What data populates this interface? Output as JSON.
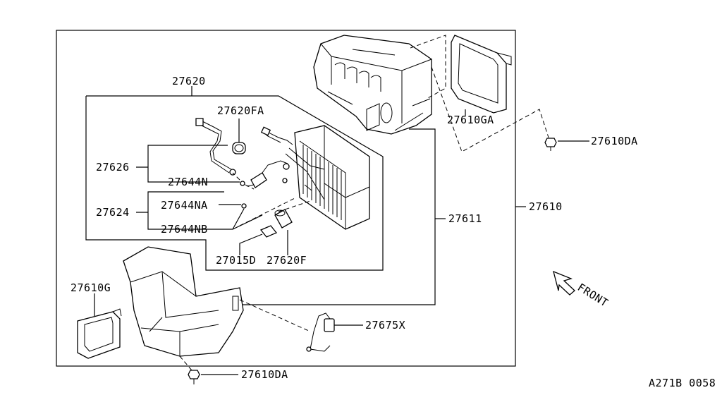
{
  "labels": {
    "l27620": "27620",
    "l27620FA": "27620FA",
    "l27626": "27626",
    "l27644N": "27644N",
    "l27644NA": "27644NA",
    "l27624": "27624",
    "l27644NB": "27644NB",
    "l27015D": "27015D",
    "l27620F": "27620F",
    "l27610GA": "27610GA",
    "l27610DA_top": "27610DA",
    "l27611": "27611",
    "l27610": "27610",
    "l27610G": "27610G",
    "l27675X": "27675X",
    "l27610DA_bottom": "27610DA",
    "front": "FRONT",
    "catalog_ref": "A271B 0058"
  }
}
